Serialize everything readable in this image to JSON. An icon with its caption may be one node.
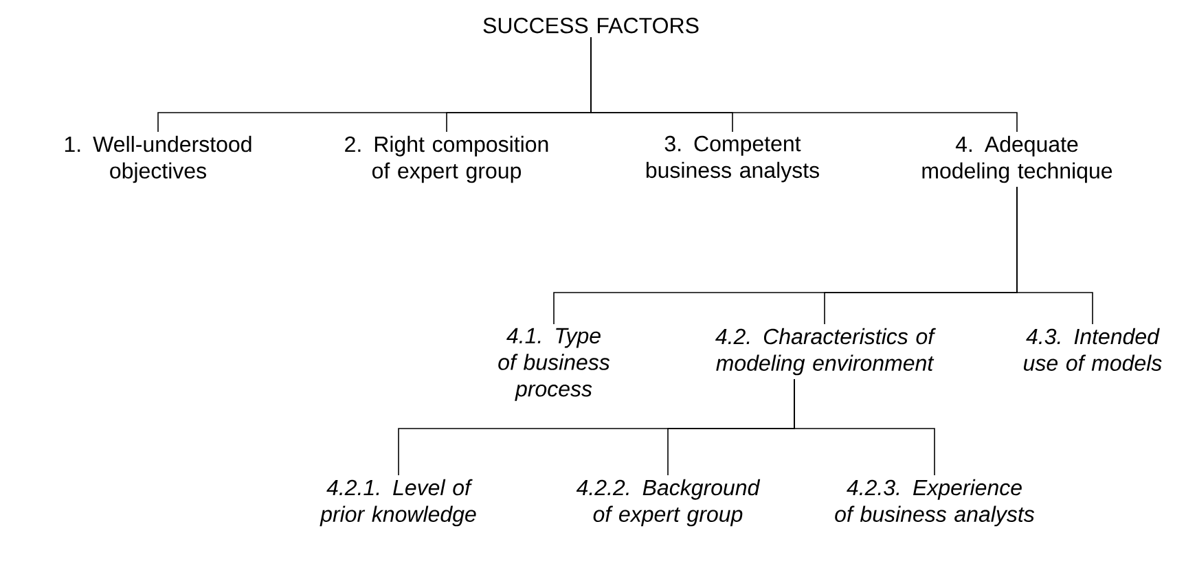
{
  "diagram": {
    "nodes": [
      {
        "text": [
          "SUCCESS FACTORS"
        ]
      },
      {
        "text": [
          "1. Well-understood objectives"
        ]
      },
      {
        "text": [
          "2. Right composition of expert group"
        ]
      },
      {
        "text": [
          "3. Competent business analysts"
        ]
      },
      {
        "text": [
          "4. Adequate modeling technique"
        ]
      },
      {
        "text": [
          "4.1. Type of business process"
        ]
      },
      {
        "text": [
          "4.2. Characteristics of modeling environment"
        ]
      },
      {
        "text": [
          "4.3. Intended use of models"
        ]
      },
      {
        "text": [
          "4.2.1. Level of prior knowledge"
        ]
      },
      {
        "text": [
          "4.2.2. Background of expert group"
        ]
      },
      {
        "text": [
          "4.2.3. Experience of business analysts"
        ]
      }
    ],
    "edges": [
      {
        "from": 0,
        "to": 1,
        "arrow": "none"
      },
      {
        "from": 0,
        "to": 2,
        "arrow": "none"
      },
      {
        "from": 0,
        "to": 3,
        "arrow": "none"
      },
      {
        "from": 0,
        "to": 4,
        "arrow": "none"
      },
      {
        "from": 4,
        "to": 5,
        "arrow": "none"
      },
      {
        "from": 4,
        "to": 6,
        "arrow": "none"
      },
      {
        "from": 4,
        "to": 7,
        "arrow": "none"
      },
      {
        "from": 6,
        "to": 8,
        "arrow": "none"
      },
      {
        "from": 6,
        "to": 9,
        "arrow": "none"
      },
      {
        "from": 6,
        "to": 10,
        "arrow": "none"
      }
    ]
  }
}
